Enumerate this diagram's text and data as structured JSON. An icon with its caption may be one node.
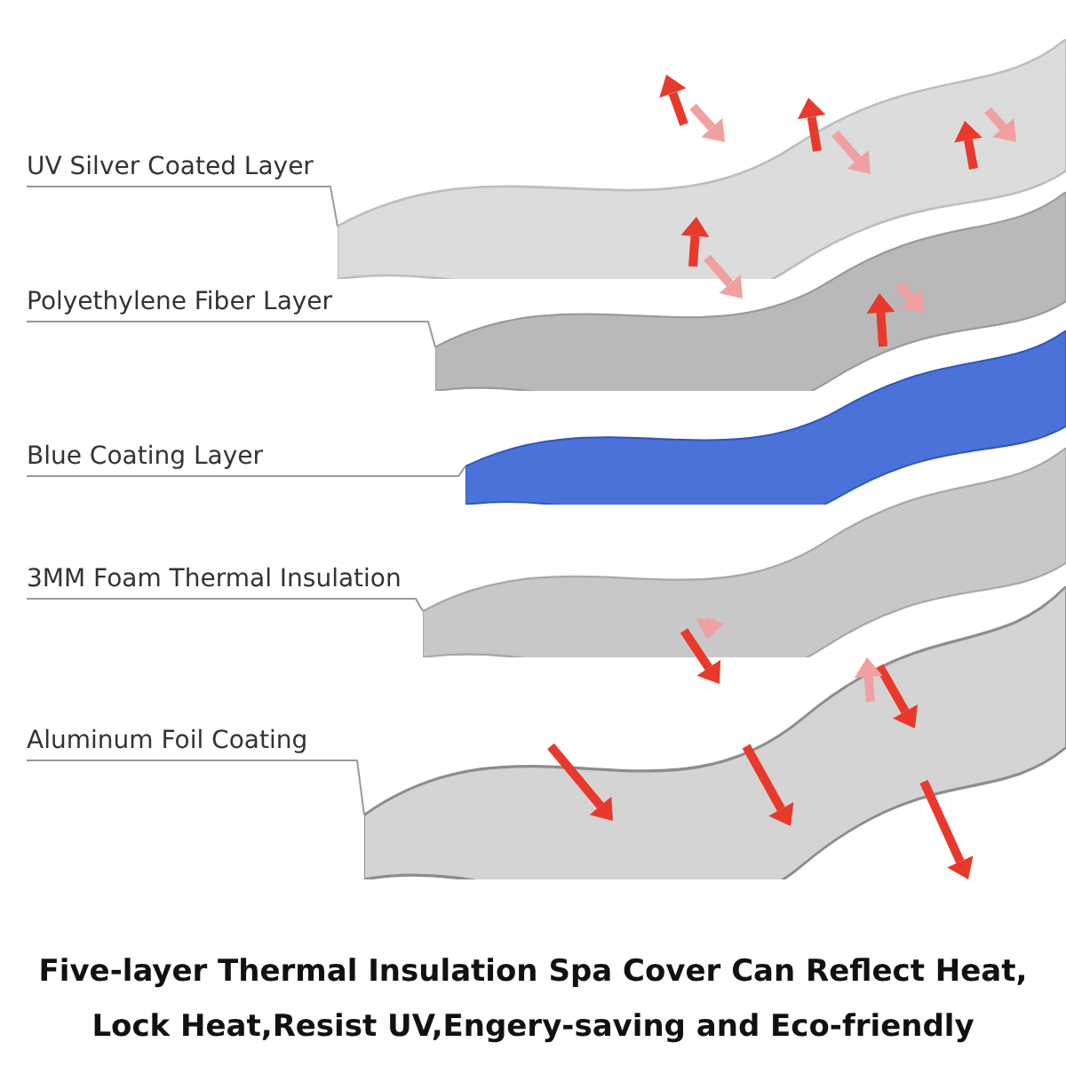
{
  "diagram": {
    "caption": "Five-layer Thermal Insulation Spa Cover Can Reflect Heat, Lock Heat,Resist UV,Engery-saving and Eco-friendly",
    "nodes": [
      {
        "text": [
          "UV Silver Coated Layer"
        ]
      },
      {
        "text": [
          "Polyethylene Fiber Layer"
        ]
      },
      {
        "text": [
          "Blue Coating Layer"
        ]
      },
      {
        "text": [
          "3MM Foam Thermal Insulation"
        ]
      },
      {
        "text": [
          "Aluminum Foil Coating"
        ]
      },
      {
        "text": [],
        "shape": "band"
      },
      {
        "text": [],
        "shape": "band"
      },
      {
        "text": [],
        "shape": "band"
      },
      {
        "text": [],
        "shape": "band"
      },
      {
        "text": [],
        "shape": "band"
      }
    ],
    "edges": [
      {
        "from": 0,
        "to": 5,
        "arrow": "none"
      },
      {
        "from": 1,
        "to": 6,
        "arrow": "none"
      },
      {
        "from": 2,
        "to": 7,
        "arrow": "none"
      },
      {
        "from": 3,
        "to": 8,
        "arrow": "none"
      },
      {
        "from": 4,
        "to": 9,
        "arrow": "none"
      }
    ]
  }
}
